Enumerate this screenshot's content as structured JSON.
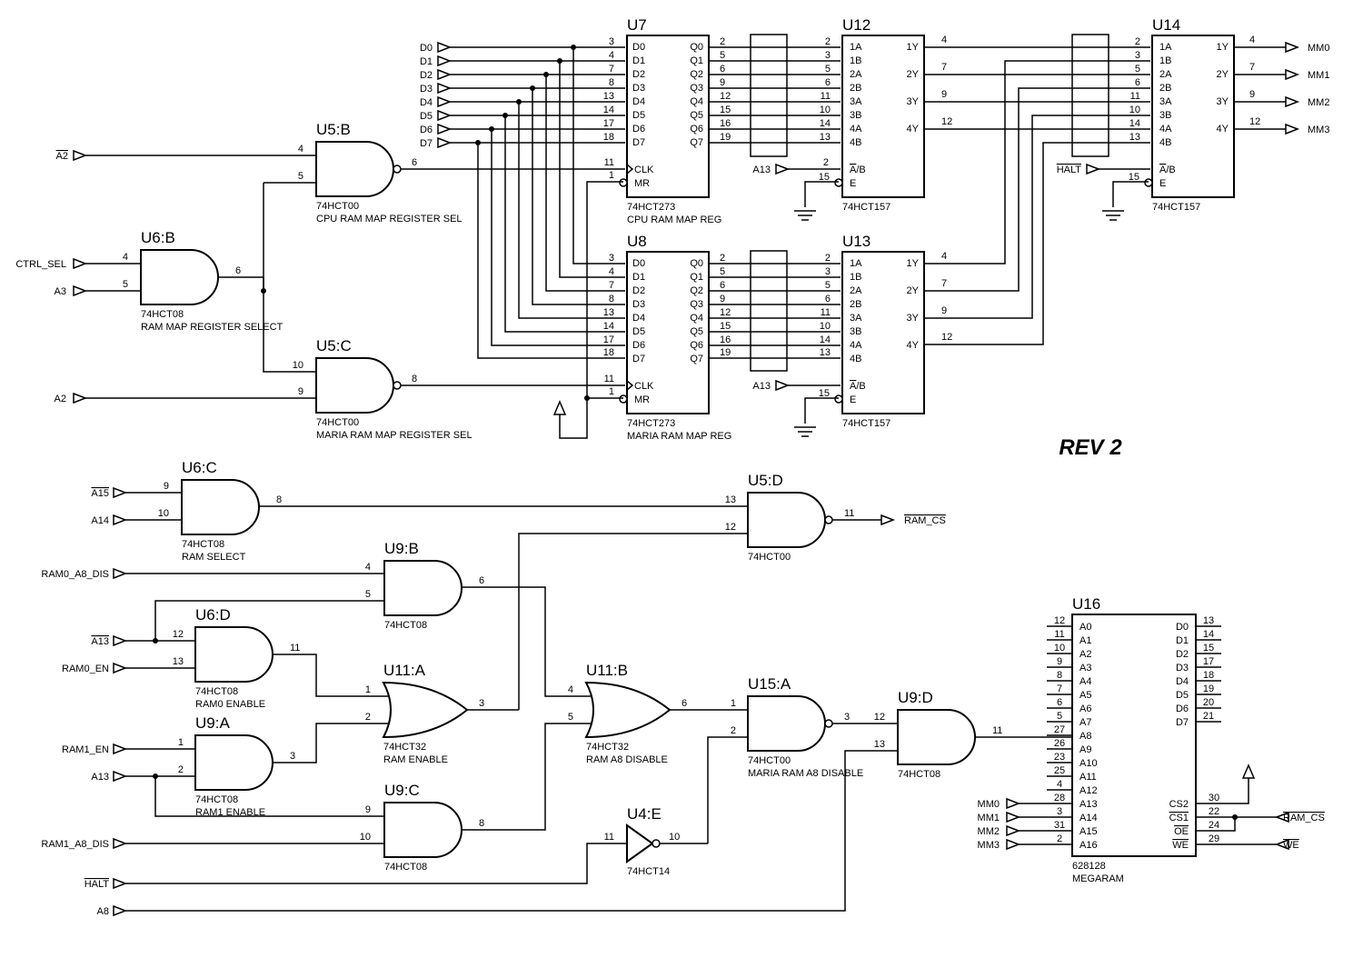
{
  "title": "REV 2",
  "u7": {
    "ref": "U7",
    "type": "74HCT273",
    "desc": "CPU RAM MAP REG"
  },
  "u8": {
    "ref": "U8",
    "type": "74HCT273",
    "desc": "MARIA RAM MAP REG"
  },
  "u12": {
    "ref": "U12",
    "type": "74HCT157"
  },
  "u13": {
    "ref": "U13",
    "type": "74HCT157"
  },
  "u14": {
    "ref": "U14",
    "type": "74HCT157"
  },
  "u16": {
    "ref": "U16",
    "type": "628128",
    "desc": "MEGARAM"
  },
  "gates": {
    "u5b": {
      "ref": "U5:B",
      "type": "74HCT00",
      "desc": "CPU RAM MAP REGISTER SEL"
    },
    "u6b": {
      "ref": "U6:B",
      "type": "74HCT08",
      "desc": "RAM MAP REGISTER SELECT"
    },
    "u5c": {
      "ref": "U5:C",
      "type": "74HCT00",
      "desc": "MARIA RAM MAP REGISTER SEL"
    },
    "u6c": {
      "ref": "U6:C",
      "type": "74HCT08",
      "desc": "RAM SELECT"
    },
    "u5d": {
      "ref": "U5:D",
      "type": "74HCT00"
    },
    "u9b": {
      "ref": "U9:B",
      "type": "74HCT08"
    },
    "u6d": {
      "ref": "U6:D",
      "type": "74HCT08",
      "desc": "RAM0 ENABLE"
    },
    "u11a": {
      "ref": "U11:A",
      "type": "74HCT32",
      "desc": "RAM ENABLE"
    },
    "u11b": {
      "ref": "U11:B",
      "type": "74HCT32",
      "desc": "RAM A8 DISABLE"
    },
    "u15a": {
      "ref": "U15:A",
      "type": "74HCT00",
      "desc": "MARIA RAM A8 DISABLE"
    },
    "u9d": {
      "ref": "U9:D",
      "type": "74HCT08"
    },
    "u9a": {
      "ref": "U9:A",
      "type": "74HCT08",
      "desc": "RAM1 ENABLE"
    },
    "u9c": {
      "ref": "U9:C",
      "type": "74HCT08"
    },
    "u4e": {
      "ref": "U4:E",
      "type": "74HCT14"
    }
  },
  "nets": {
    "data_in": [
      "D0",
      "D1",
      "D2",
      "D3",
      "D4",
      "D5",
      "D6",
      "D7"
    ],
    "a2_bar": "A2",
    "ctrl_sel": "CTRL_SEL",
    "a3": "A3",
    "a2": "A2",
    "a13_u12": "A13",
    "a13_u13": "A13",
    "halt_u14": "HALT",
    "mm_out": [
      "MM0",
      "MM1",
      "MM2",
      "MM3"
    ],
    "a15_bar": "A15",
    "a14": "A14",
    "ram_cs_out": "RAM_CS",
    "ram0_a8_dis": "RAM0_A8_DIS",
    "a13_bar": "A13",
    "ram0_en": "RAM0_EN",
    "ram1_en": "RAM1_EN",
    "a13": "A13",
    "ram1_a8_dis": "RAM1_A8_DIS",
    "halt_bar": "HALT",
    "a8": "A8",
    "mm_in": [
      "MM0",
      "MM1",
      "MM2",
      "MM3"
    ],
    "ram_cs_in": "RAM_CS",
    "we_in": "WE"
  },
  "pins": {
    "reg_d_in": [
      "3",
      "4",
      "7",
      "8",
      "13",
      "14",
      "17",
      "18"
    ],
    "reg_q_out": [
      "2",
      "5",
      "6",
      "9",
      "12",
      "15",
      "16",
      "19"
    ],
    "mux_in": [
      "2",
      "3",
      "5",
      "6",
      "11",
      "10",
      "14",
      "13"
    ],
    "mux_out": [
      "4",
      "7",
      "9",
      "12"
    ],
    "ram_addr": [
      "12",
      "11",
      "10",
      "9",
      "8",
      "7",
      "6",
      "5",
      "27",
      "26",
      "23",
      "25",
      "4",
      "28",
      "3",
      "31",
      "2"
    ],
    "ram_data": [
      "13",
      "14",
      "15",
      "17",
      "18",
      "19",
      "20",
      "21"
    ]
  },
  "labels": {
    "reg_d": [
      "D0",
      "D1",
      "D2",
      "D3",
      "D4",
      "D5",
      "D6",
      "D7"
    ],
    "reg_q": [
      "Q0",
      "Q1",
      "Q2",
      "Q3",
      "Q4",
      "Q5",
      "Q6",
      "Q7"
    ],
    "mux_in": [
      "1A",
      "1B",
      "2A",
      "2B",
      "3A",
      "3B",
      "4A",
      "4B"
    ],
    "mux_out": [
      "1Y",
      "2Y",
      "3Y",
      "4Y"
    ],
    "ram_a": [
      "A0",
      "A1",
      "A2",
      "A3",
      "A4",
      "A5",
      "A6",
      "A7",
      "A8",
      "A9",
      "A10",
      "A11",
      "A12",
      "A13",
      "A14",
      "A15",
      "A16"
    ],
    "ram_d": [
      "D0",
      "D1",
      "D2",
      "D3",
      "D4",
      "D5",
      "D6",
      "D7"
    ]
  }
}
